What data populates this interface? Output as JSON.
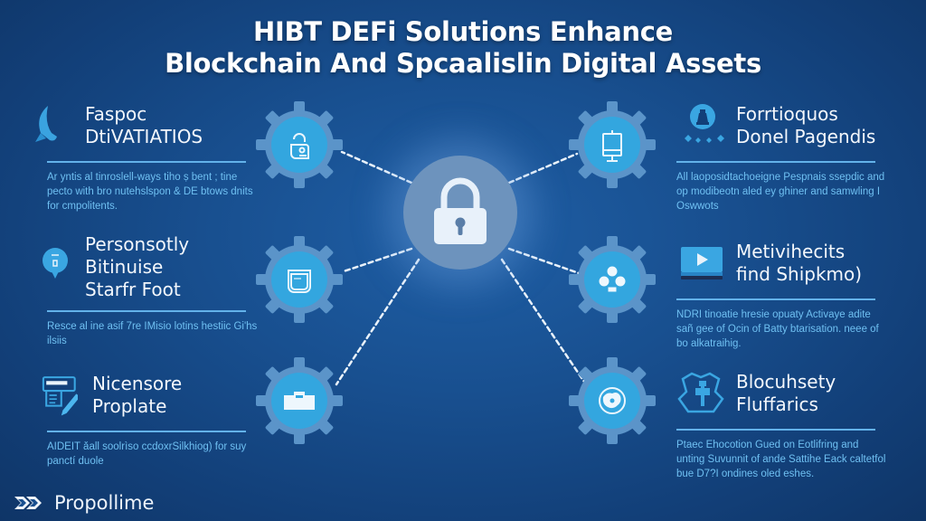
{
  "title": {
    "line1": "HIBT DEFi Solutions Enhance",
    "line2": "Blockchain  And Spcaalislin Digital Assets"
  },
  "colors": {
    "background": "#184f8f",
    "gear_outer": "#5b94c9",
    "gear_inner": "#33a6df",
    "hub": "#6d93bd",
    "accent_text": "#6fc0f2",
    "rule": "#63b2ea",
    "heading_text": "#f3f7fc"
  },
  "hub": {
    "icon": "padlock-icon"
  },
  "gears": [
    {
      "position": "left-top",
      "icon": "locked-person-icon"
    },
    {
      "position": "left-middle",
      "icon": "document-folder-icon"
    },
    {
      "position": "left-bottom",
      "icon": "toolbox-icon"
    },
    {
      "position": "right-top",
      "icon": "easel-monitor-icon"
    },
    {
      "position": "right-middle",
      "icon": "network-cluster-icon"
    },
    {
      "position": "right-bottom",
      "icon": "globe-map-icon"
    }
  ],
  "left_blocks": [
    {
      "icon": "swoosh-figure-icon",
      "heading_lines": [
        "Faspoc",
        "DtiVATIATIOS"
      ],
      "description": "Ar yntis al tinroslell-ways  tiho ṣ bent ; tine pecto with bro nutehslspon & DE btows dnits for cmpolitents."
    },
    {
      "icon": "speech-bubble-icon",
      "heading_lines": [
        "Personsotly",
        "Bitinuise",
        "Starfr Foot"
      ],
      "description": "Resce al ine asif 7re IMisio lotins hestiic Gi'hs ilsiis"
    },
    {
      "icon": "document-pen-icon",
      "heading_lines": [
        "Nicensore",
        "Proplate"
      ],
      "description": "AIDEIT ǎall soolrìso ccdoxrSilkhiog) for suy panctí duole"
    }
  ],
  "right_blocks": [
    {
      "icon": "chess-piece-icon",
      "heading_lines": [
        "Forrtioquos",
        "Donel Pagendis"
      ],
      "description": "All laoposidtachoeigne Pespnais ssepdic and op modibeotn aled ey ghiner and samwling I Oswwots"
    },
    {
      "icon": "video-play-icon",
      "heading_lines": [
        "Metivihecits",
        "find Shipkmo)"
      ],
      "description": "NDRI tinoatie hresie opuaty Activaye adite sañ gee of Ocin of Batty btarisation. neee of bo alkatraihig."
    },
    {
      "icon": "shield-emblem-icon",
      "heading_lines": [
        "Blocuhsety",
        "Fluffarics"
      ],
      "description": "Ptaec Ehocotion Gued on Eotlifring and unting Suvunnit of ande Sattihe Eack caltetfol bue D7?I ondines oled eshes."
    }
  ],
  "footer": {
    "logo_icon": "double-chevron-logo-icon",
    "brand": "Propollime"
  }
}
